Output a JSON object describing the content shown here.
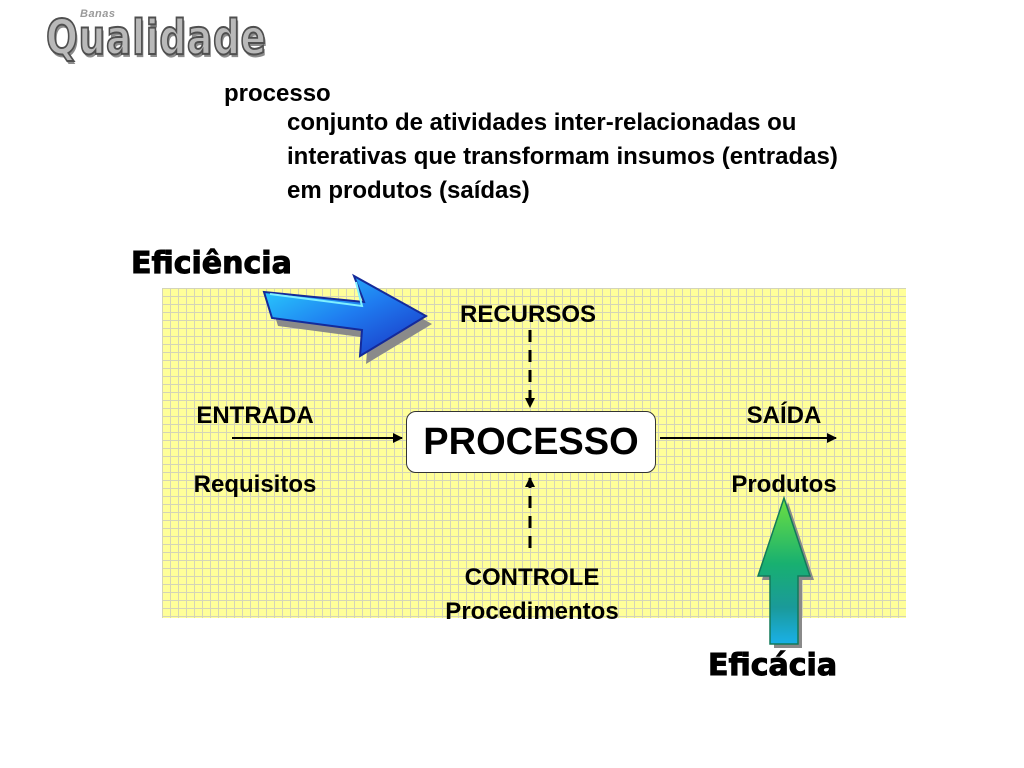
{
  "logo": {
    "small": "Banas",
    "main": "Qualidade"
  },
  "definition": {
    "term": "processo",
    "lines": [
      "conjunto de atividades inter-relacionadas ou",
      "interativas que transformam insumos (entradas)",
      "em produtos (saídas)"
    ]
  },
  "diagram": {
    "eficiencia": "Eficiência",
    "eficacia": "Eficácia",
    "recursos": "RECURSOS",
    "entrada": "ENTRADA",
    "saida": "SAÍDA",
    "requisitos": "Requisitos",
    "produtos": "Produtos",
    "processo": "PROCESSO",
    "controle": "CONTROLE",
    "procedimentos": "Procedimentos"
  },
  "colors": {
    "grid_background": "#ffff99",
    "blue_arrow": "#1a4fd6",
    "blue_arrow_highlight": "#2ad8ff",
    "green_arrow": "#1aa86a",
    "green_arrow_highlight": "#6ee040"
  },
  "icons": {
    "logo": "banas-qualidade-logo",
    "efficiency_arrow": "blue-right-arrow-icon",
    "efficacy_arrow": "green-up-arrow-icon"
  }
}
